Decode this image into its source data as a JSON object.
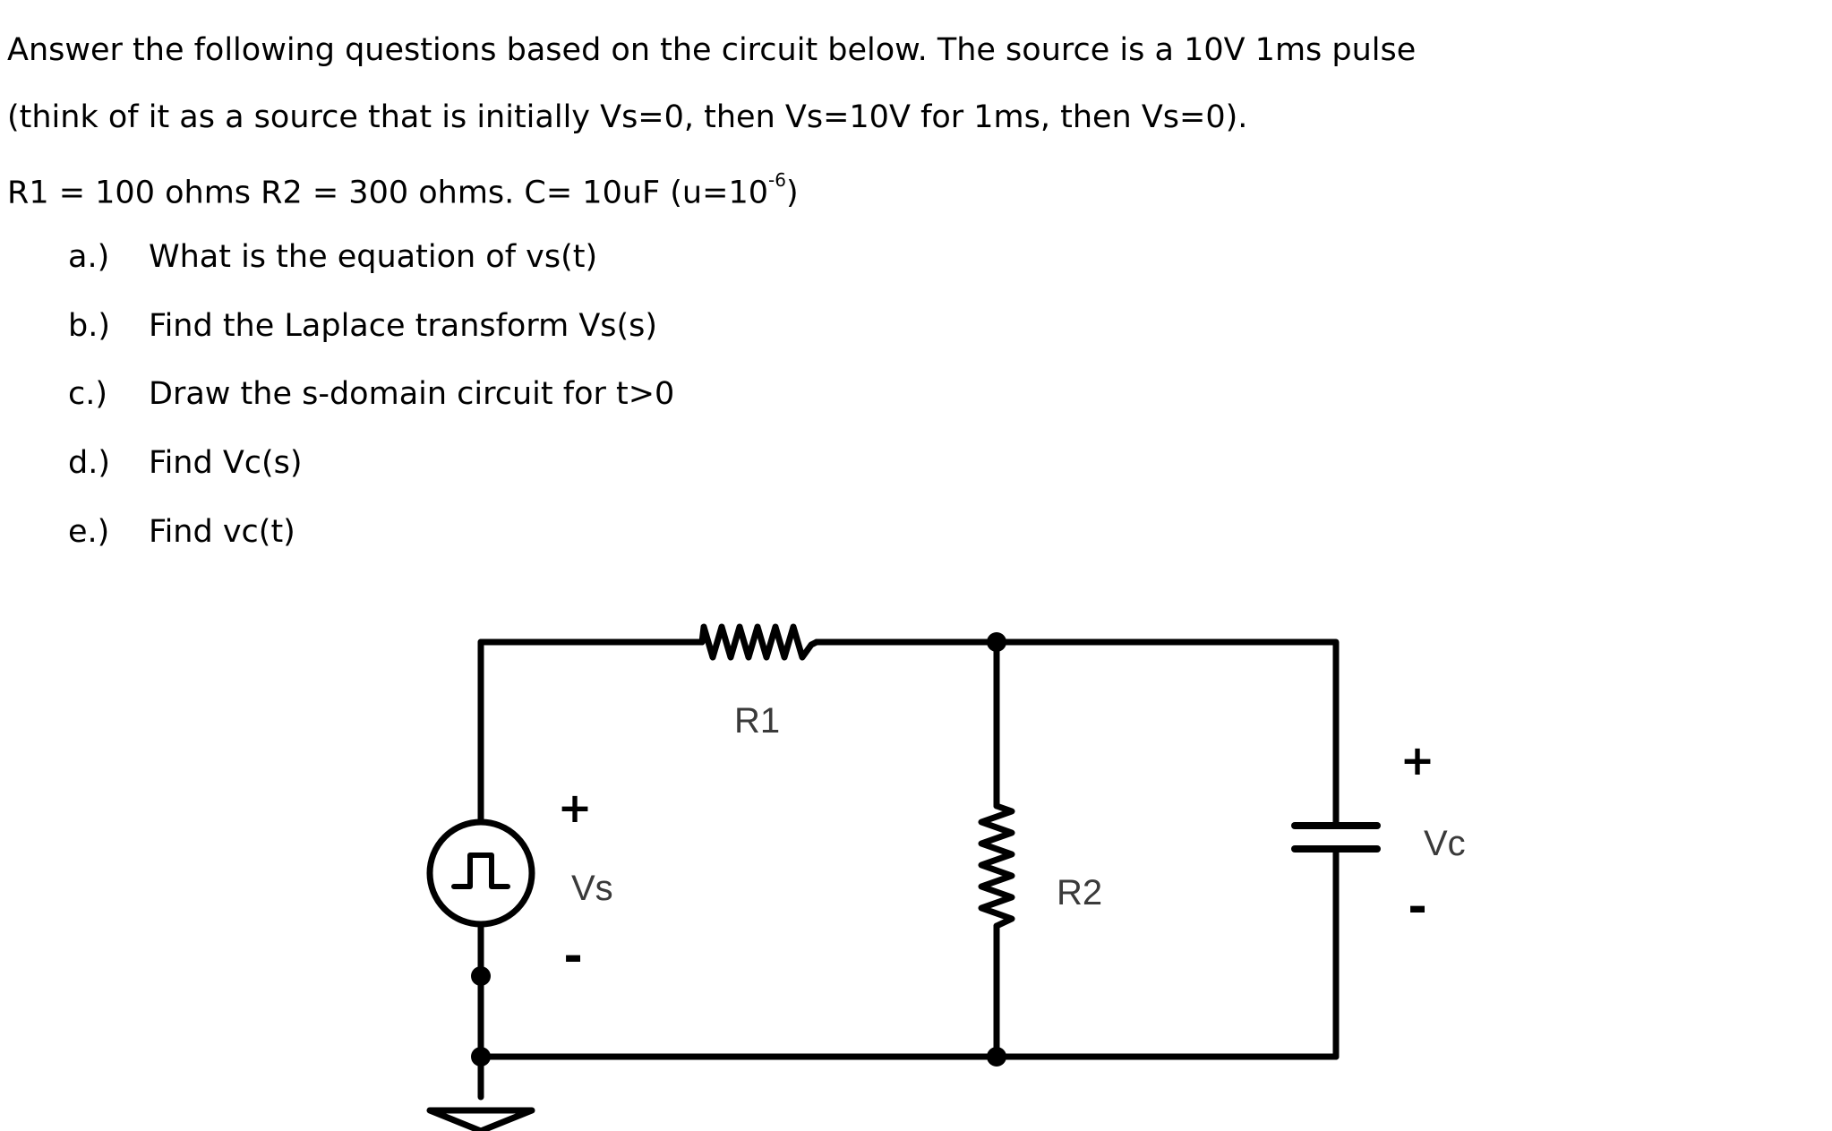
{
  "intro": {
    "line1": "Answer the following questions based on the circuit below. The source is a 10V 1ms pulse",
    "line2": "(think of it as a source that is initially Vs=0, then Vs=10V for 1ms, then Vs=0).",
    "line3_pre": "R1 = 100 ohms R2 = 300 ohms.  C= 10uF (u=10",
    "line3_sup": "-6",
    "line3_post": ")"
  },
  "questions": [
    {
      "label": "a.)",
      "text": "What is the equation of vs(t)"
    },
    {
      "label": "b.)",
      "text": "Find the Laplace transform Vs(s)"
    },
    {
      "label": "c.)",
      "text": "Draw the s-domain circuit for t>0"
    },
    {
      "label": "d.)",
      "text": "Find Vc(s)"
    },
    {
      "label": "e.)",
      "text": "Find vc(t)"
    }
  ],
  "circuit": {
    "r1_label": "R1",
    "r2_label": "R2",
    "vs_label": "Vs",
    "vc_label": "Vc",
    "plus": "+",
    "minus": "-"
  }
}
